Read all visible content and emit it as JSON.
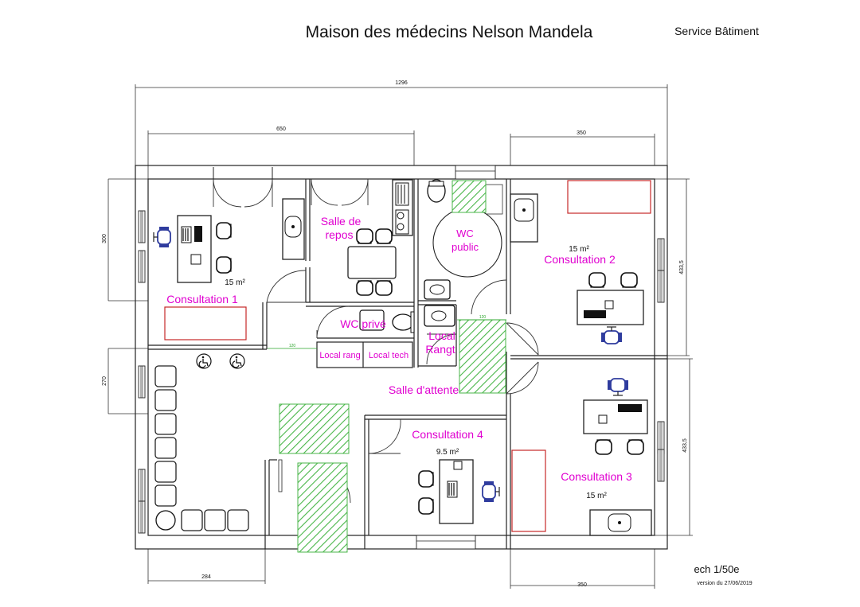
{
  "header": {
    "title": "Maison des médecins Nelson Mandela",
    "department": "Service Bâtiment"
  },
  "footer": {
    "scale": "ech 1/50e",
    "version": "version du 27/06/2019"
  },
  "dimensions": {
    "total_width": "1296",
    "left_block_width": "650",
    "right_block_width_top": "350",
    "right_block_width_bottom": "350",
    "left_height_top": "300",
    "left_height_bottom": "270",
    "right_height_top": "433,5",
    "right_height_bottom": "433,5",
    "bottom_left_width": "284",
    "corridor_width": "120",
    "entry_width": "120"
  },
  "rooms": {
    "consultation_1": {
      "name": "Consultation 1",
      "area": "15 m²"
    },
    "consultation_2": {
      "name": "Consultation 2",
      "area": "15 m²"
    },
    "consultation_3": {
      "name": "Consultation 3",
      "area": "15 m²"
    },
    "consultation_4": {
      "name": "Consultation 4",
      "area": "9.5 m²"
    },
    "salle_repos": {
      "line1": "Salle de",
      "line2": "repos"
    },
    "wc_public": {
      "line1": "WC",
      "line2": "public"
    },
    "wc_prive": {
      "name": "WC privé"
    },
    "local_rangt": {
      "line1": "Local",
      "line2": "Rangt"
    },
    "local_rang": {
      "name": "Local rang"
    },
    "local_tech": {
      "name": "Local tech"
    },
    "salle_attente": {
      "name": "Salle d'attente"
    }
  },
  "colors": {
    "room_label": "#e000d0",
    "hatch": "#49b649",
    "table_outline": "#c62828",
    "chair_blue": "#2f3c9e"
  },
  "icons": [
    "wheelchair-icon",
    "office-chair-icon",
    "sink-icon",
    "toilet-icon",
    "door-swing-icon",
    "window-icon",
    "computer-icon",
    "stove-icon"
  ]
}
